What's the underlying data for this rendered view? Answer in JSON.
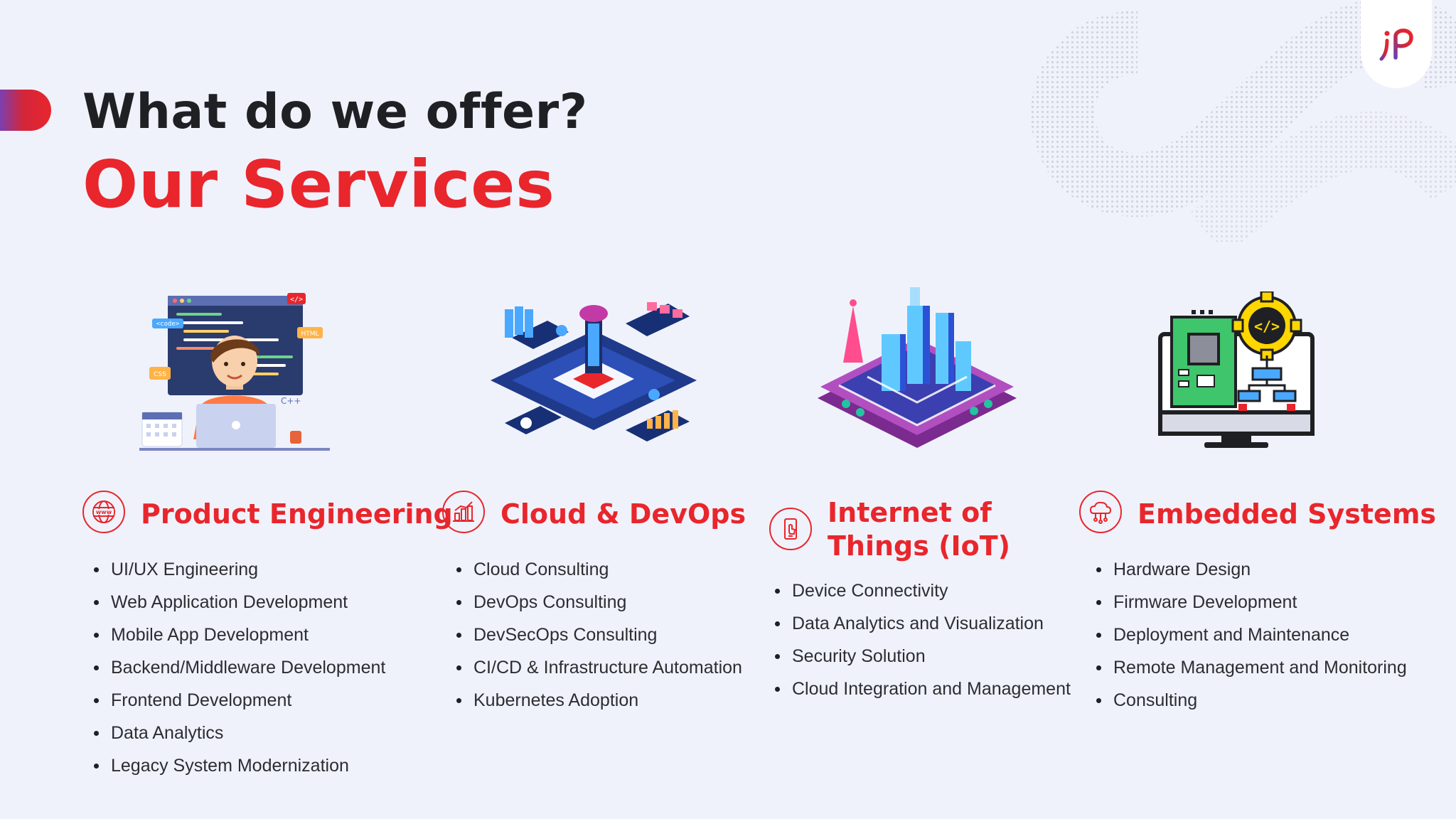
{
  "heading": {
    "line1": "What do we offer?",
    "line2": "Our Services"
  },
  "colors": {
    "accent": "#e8262c",
    "background": "#f0f2fb",
    "text": "#1f2024"
  },
  "services": [
    {
      "title": "Product Engineering",
      "icon": "globe-www-icon",
      "items": [
        "UI/UX Engineering",
        "Web Application Development",
        "Mobile App Development",
        "Backend/Middleware Development",
        "Frontend Development",
        "Data Analytics",
        "Legacy System Modernization"
      ]
    },
    {
      "title": "Cloud & DevOps",
      "icon": "bar-chart-icon",
      "items": [
        "Cloud Consulting",
        "DevOps Consulting",
        "DevSecOps Consulting",
        "CI/CD & Infrastructure Automation",
        "Kubernetes Adoption"
      ]
    },
    {
      "title": "Internet of Things (IoT)",
      "title_line1": "Internet of",
      "title_line2": "Things (IoT)",
      "icon": "smartphone-touch-icon",
      "items": [
        "Device Connectivity",
        "Data Analytics and Visualization",
        "Security Solution",
        "Cloud Integration and Management"
      ]
    },
    {
      "title": "Embedded Systems",
      "icon": "cloud-network-icon",
      "items": [
        "Hardware Design",
        "Firmware Development",
        "Deployment and Maintenance",
        "Remote Management and Monitoring",
        "Consulting"
      ]
    }
  ],
  "illustrations": {
    "code_label": "<code>",
    "html_label": "HTML",
    "css_label": "CSS",
    "cpp_label": "C++",
    "tag_label": "</>",
    "www_label": "www"
  }
}
